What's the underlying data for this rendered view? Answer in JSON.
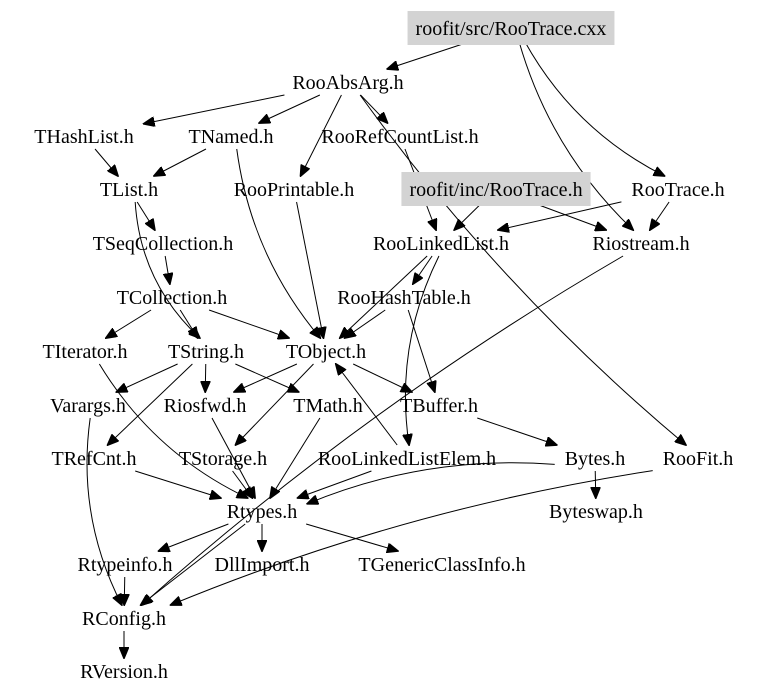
{
  "title": "Include dependency graph for roofit/src/RooTrace.cxx",
  "colors": {
    "highlight_fill": "#d3d3d3",
    "text": "#000000",
    "edge": "#000000",
    "background": "#ffffff"
  },
  "nodes": [
    {
      "id": "src",
      "label": "roofit/src/RooTrace.cxx",
      "highlight": true
    },
    {
      "id": "RooAbsArg",
      "label": "RooAbsArg.h"
    },
    {
      "id": "THashList",
      "label": "THashList.h"
    },
    {
      "id": "TNamed",
      "label": "TNamed.h"
    },
    {
      "id": "RooRefCountList",
      "label": "RooRefCountList.h"
    },
    {
      "id": "TList",
      "label": "TList.h"
    },
    {
      "id": "RooPrintable",
      "label": "RooPrintable.h"
    },
    {
      "id": "inc",
      "label": "roofit/inc/RooTrace.h",
      "highlight": true
    },
    {
      "id": "RooTraceH",
      "label": "RooTrace.h"
    },
    {
      "id": "TSeqCollection",
      "label": "TSeqCollection.h"
    },
    {
      "id": "RooLinkedList",
      "label": "RooLinkedList.h"
    },
    {
      "id": "Riostream",
      "label": "Riostream.h"
    },
    {
      "id": "TCollection",
      "label": "TCollection.h"
    },
    {
      "id": "RooHashTable",
      "label": "RooHashTable.h"
    },
    {
      "id": "TIterator",
      "label": "TIterator.h"
    },
    {
      "id": "TString",
      "label": "TString.h"
    },
    {
      "id": "TObject",
      "label": "TObject.h"
    },
    {
      "id": "Varargs",
      "label": "Varargs.h"
    },
    {
      "id": "Riosfwd",
      "label": "Riosfwd.h"
    },
    {
      "id": "TMath",
      "label": "TMath.h"
    },
    {
      "id": "TBuffer",
      "label": "TBuffer.h"
    },
    {
      "id": "TRefCnt",
      "label": "TRefCnt.h"
    },
    {
      "id": "TStorage",
      "label": "TStorage.h"
    },
    {
      "id": "RooLinkedListElem",
      "label": "RooLinkedListElem.h"
    },
    {
      "id": "Bytes",
      "label": "Bytes.h"
    },
    {
      "id": "RooFit",
      "label": "RooFit.h"
    },
    {
      "id": "Rtypes",
      "label": "Rtypes.h"
    },
    {
      "id": "Byteswap",
      "label": "Byteswap.h"
    },
    {
      "id": "Rtypeinfo",
      "label": "Rtypeinfo.h"
    },
    {
      "id": "DllImport",
      "label": "DllImport.h"
    },
    {
      "id": "TGenericClassInfo",
      "label": "TGenericClassInfo.h"
    },
    {
      "id": "RConfig",
      "label": "RConfig.h"
    },
    {
      "id": "RVersion",
      "label": "RVersion.h"
    }
  ],
  "edges": [
    {
      "from": "src",
      "to": "RooAbsArg"
    },
    {
      "from": "src",
      "to": "RooTraceH"
    },
    {
      "from": "src",
      "to": "Riostream"
    },
    {
      "from": "RooAbsArg",
      "to": "THashList"
    },
    {
      "from": "RooAbsArg",
      "to": "TNamed"
    },
    {
      "from": "RooAbsArg",
      "to": "RooPrintable"
    },
    {
      "from": "RooAbsArg",
      "to": "RooRefCountList"
    },
    {
      "from": "RooAbsArg",
      "to": "RooFit"
    },
    {
      "from": "THashList",
      "to": "TList"
    },
    {
      "from": "TNamed",
      "to": "TList"
    },
    {
      "from": "TNamed",
      "to": "TObject"
    },
    {
      "from": "RooRefCountList",
      "to": "RooLinkedList"
    },
    {
      "from": "TList",
      "to": "TSeqCollection"
    },
    {
      "from": "TList",
      "to": "TString"
    },
    {
      "from": "RooPrintable",
      "to": "TObject"
    },
    {
      "from": "inc",
      "to": "RooLinkedList"
    },
    {
      "from": "inc",
      "to": "Riostream"
    },
    {
      "from": "RooTraceH",
      "to": "Riostream"
    },
    {
      "from": "RooTraceH",
      "to": "RooLinkedList"
    },
    {
      "from": "TSeqCollection",
      "to": "TCollection"
    },
    {
      "from": "RooLinkedList",
      "to": "RooHashTable"
    },
    {
      "from": "RooLinkedList",
      "to": "TObject"
    },
    {
      "from": "RooLinkedList",
      "to": "RooLinkedListElem"
    },
    {
      "from": "Riostream",
      "to": "RConfig"
    },
    {
      "from": "TCollection",
      "to": "TIterator"
    },
    {
      "from": "TCollection",
      "to": "TString"
    },
    {
      "from": "TCollection",
      "to": "TObject"
    },
    {
      "from": "RooHashTable",
      "to": "TObject"
    },
    {
      "from": "RooHashTable",
      "to": "TBuffer"
    },
    {
      "from": "TIterator",
      "to": "Rtypes"
    },
    {
      "from": "TString",
      "to": "Riosfwd"
    },
    {
      "from": "TString",
      "to": "Varargs"
    },
    {
      "from": "TString",
      "to": "TRefCnt"
    },
    {
      "from": "TString",
      "to": "TMath"
    },
    {
      "from": "TObject",
      "to": "TBuffer"
    },
    {
      "from": "TObject",
      "to": "Riosfwd"
    },
    {
      "from": "TObject",
      "to": "TStorage"
    },
    {
      "from": "Riosfwd",
      "to": "Rtypes"
    },
    {
      "from": "TMath",
      "to": "Rtypes"
    },
    {
      "from": "TBuffer",
      "to": "Bytes"
    },
    {
      "from": "TRefCnt",
      "to": "Rtypes"
    },
    {
      "from": "TStorage",
      "to": "Rtypes"
    },
    {
      "from": "RooLinkedListElem",
      "to": "Rtypes"
    },
    {
      "from": "RooLinkedListElem",
      "to": "TObject"
    },
    {
      "from": "Bytes",
      "to": "Rtypes"
    },
    {
      "from": "Bytes",
      "to": "Byteswap"
    },
    {
      "from": "RooFit",
      "to": "RConfig"
    },
    {
      "from": "Rtypes",
      "to": "Rtypeinfo"
    },
    {
      "from": "Rtypes",
      "to": "DllImport"
    },
    {
      "from": "Rtypes",
      "to": "TGenericClassInfo"
    },
    {
      "from": "Rtypes",
      "to": "RConfig"
    },
    {
      "from": "Rtypeinfo",
      "to": "RConfig"
    },
    {
      "from": "RConfig",
      "to": "RVersion"
    },
    {
      "from": "Varargs",
      "to": "RConfig"
    }
  ]
}
